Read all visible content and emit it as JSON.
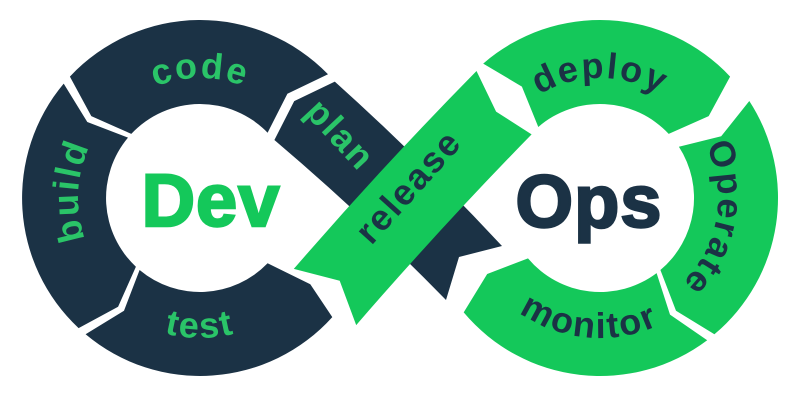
{
  "diagram": {
    "dev_word": "Dev",
    "ops_word": "Ops",
    "left_loop": {
      "code": "code",
      "build": "build",
      "test": "test",
      "plan": "plan"
    },
    "right_loop": {
      "deploy": "deploy",
      "operate": "Operate",
      "monitor": "monitor",
      "release": "release"
    },
    "colors": {
      "navy": "#1B3245",
      "green": "#14C85A",
      "green_text": "#2AC468",
      "background": "#FFFFFF"
    }
  }
}
